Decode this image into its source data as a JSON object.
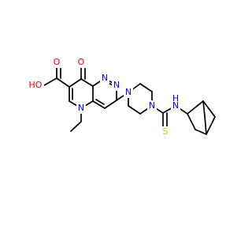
{
  "colors": {
    "oxygen": "#ff0000",
    "nitrogen": "#0000ff",
    "sulfur": "#c8c800",
    "carbon": "#000000"
  },
  "atoms": {
    "ho": "HO",
    "o_acid": "O",
    "o_keto": "O",
    "n_pyridine": "N",
    "n_pyrimidine_top": "N",
    "n_pyrimidine_bottom": "N",
    "n_piperazine_left": "N",
    "n_piperazine_right": "N",
    "n_amide": "N",
    "h_amide": "H",
    "s_thio": "S"
  }
}
